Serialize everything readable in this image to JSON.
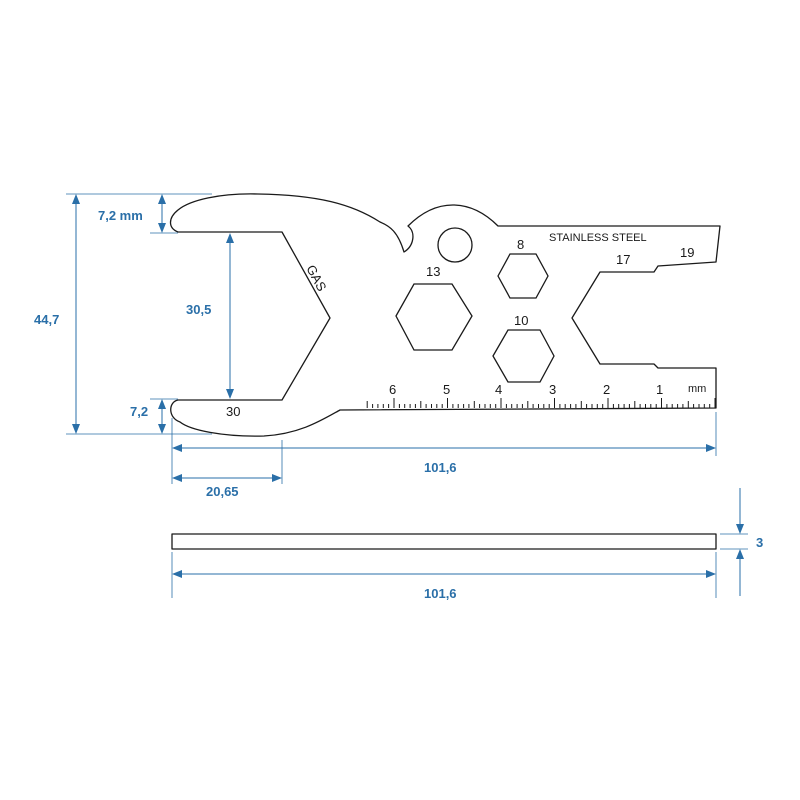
{
  "colors": {
    "dimension": "#2a6fa8",
    "outline": "#1a1a1a",
    "background": "#ffffff"
  },
  "tool": {
    "gas_label": "GAS",
    "material_label": "STAINLESS STEEL",
    "open_jaw_size": "30",
    "hex_13": "13",
    "hex_8": "8",
    "hex_10": "10",
    "slot_17": "17",
    "slot_19": "19",
    "ruler": {
      "unit": "mm",
      "numbers": [
        "6",
        "5",
        "4",
        "3",
        "2",
        "1"
      ]
    }
  },
  "dimensions": {
    "total_height": "44,7",
    "jaw_top_thickness": "7,2 mm",
    "jaw_opening": "30,5",
    "jaw_bottom_thickness": "7,2",
    "jaw_depth": "20,65",
    "length_top_view": "101,6",
    "thickness": "3",
    "length_side_view": "101,6"
  }
}
